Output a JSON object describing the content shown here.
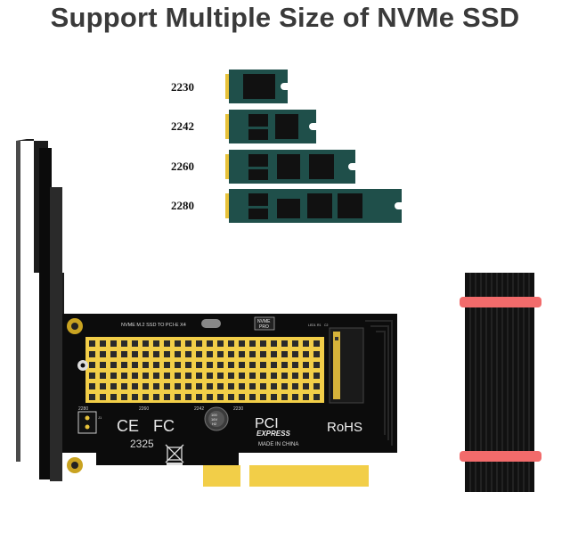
{
  "title": "Support Multiple Size of NVMe SSD",
  "ssd_sizes": [
    {
      "label": "2230"
    },
    {
      "label": "2242"
    },
    {
      "label": "2260"
    },
    {
      "label": "2280"
    }
  ],
  "board": {
    "header_text": "NVME M.2 SSD TO PCI-E X4",
    "nvme_badge_top": "NVME",
    "nvme_badge_bottom": "PRO",
    "led_labels": [
      "LED1",
      "R1",
      "C2"
    ],
    "position_marks": [
      "2280",
      "2260",
      "2242",
      "2230"
    ],
    "jumper_label": "J1",
    "ce_mark": "CE",
    "fc_mark": "FC",
    "model_number": "2325",
    "capacitor_text": [
      "100",
      "16V",
      "H2"
    ],
    "pci_text": "PCI",
    "express_text": "EXPRESS",
    "made_in": "MADE IN CHINA",
    "rohs": "RoHS"
  },
  "colors": {
    "title": "#3a3a3a",
    "ssd_pcb": "#1f4f4a",
    "gold": "#e8c23a",
    "board": "#0c0c0c",
    "heatsink": "#111111",
    "band": "#f26b6b"
  },
  "icons": [
    "gear-icon",
    "weee-bin-icon"
  ]
}
